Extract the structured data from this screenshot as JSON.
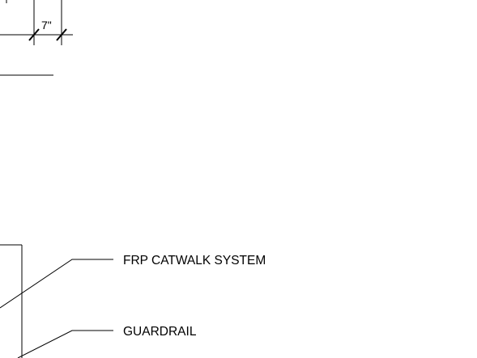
{
  "dimension": {
    "value": "7\""
  },
  "callouts": [
    {
      "text": "FRP CATWALK SYSTEM"
    },
    {
      "text": "GUARDRAIL"
    }
  ]
}
